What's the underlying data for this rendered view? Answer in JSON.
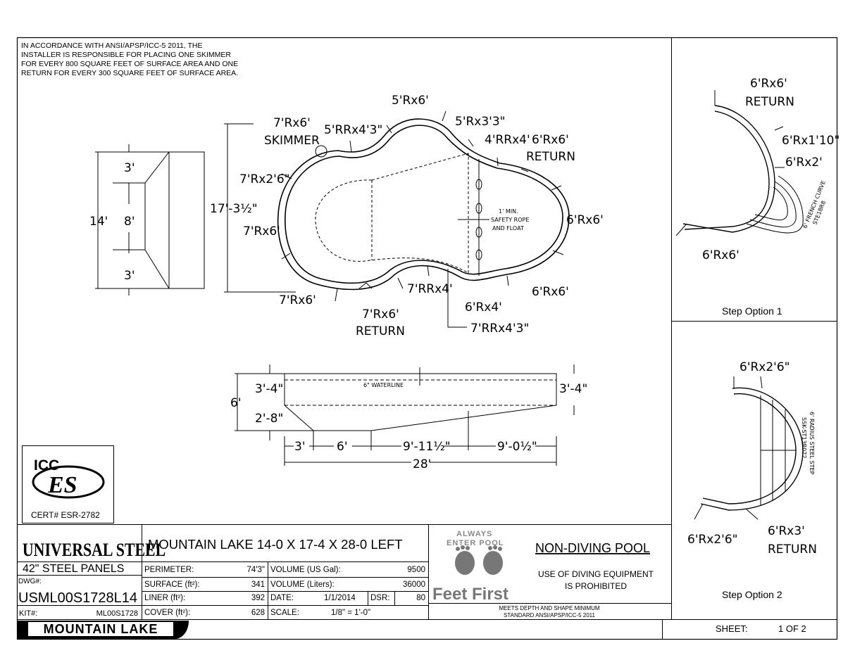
{
  "note": [
    "IN ACCORDANCE WITH ANSI/APSP/ICC-5 2011, THE",
    "INSTALLER IS RESPONSIBLE FOR PLACING ONE SKIMMER",
    "FOR EVERY 800 SQUARE FEET OF SURFACE AREA AND ONE",
    "RETURN FOR EVERY 300 SQUARE FEET OF SURFACE AREA."
  ],
  "end_view": {
    "width": "14'",
    "top": "3'",
    "middle": "8'",
    "bottom": "3'"
  },
  "plan": {
    "overall_width": "17'-3½\"",
    "labels": {
      "skimmer_radius": "7'Rx6'",
      "skimmer": "SKIMMER",
      "r_5rr": "5'RRx4'3\"",
      "r_5top": "5'Rx6'",
      "r_5x3": "5'Rx3'3\"",
      "r_4rr": "4'RRx4'",
      "return_top_r": "6'Rx6'",
      "return_top": "RETURN",
      "r_7x26": "7'Rx2'6\"",
      "r_7left": "7'Rx6'",
      "r_6right": "6'Rx6'",
      "r_7bl": "7'Rx6'",
      "return_bot_r": "7'Rx6'",
      "return_bot": "RETURN",
      "r_7rr4": "7'RRx4'",
      "r_6x4": "6'Rx4'",
      "r_7rr43": "7'RRx4'3\"",
      "r_6br": "6'Rx6'"
    },
    "safety": [
      "1' MIN.",
      "SAFETY ROPE",
      "AND FLOAT"
    ]
  },
  "section": {
    "depth_total": "6'",
    "shallow": "3'-4\"",
    "slope": "2'-8\"",
    "deep_right": "3'-4\"",
    "waterline": "6\" WATERLINE",
    "segments": [
      "3'",
      "6'",
      "9'-11½\"",
      "9'-0½\""
    ],
    "overall_length": "28'"
  },
  "step1": {
    "return_r": "6'Rx6'",
    "return": "RETURN",
    "r_a": "6'Rx1'10\"",
    "r_b": "6'Rx2'",
    "r_c": "6'Rx6'",
    "step_note": [
      "6' FRENCH CURVE",
      "STE18R8"
    ],
    "caption": "Step Option 1"
  },
  "step2": {
    "r_top": "6'Rx2'6\"",
    "r_bot": "6'Rx2'6\"",
    "return_r": "6'Rx3'",
    "return": "RETURN",
    "step_note": [
      "6' RADIUS STEEL STEP",
      "SSK-ST13R072"
    ],
    "caption": "Step Option 2"
  },
  "cert": {
    "logo_a": "ICC",
    "logo_b": "ES",
    "number": "CERT# ESR-2782"
  },
  "title_block": {
    "brand": "UNIVERSAL STEEL",
    "pool_name": "MOUNTAIN LAKE 14-0 X 17-4 X 28-0 LEFT",
    "panels": "42\"  STEEL PANELS",
    "dwg_label": "DWG#:",
    "dwg": "USML00S1728L14",
    "kit_label": "KIT#:",
    "kit": "ML00S1728",
    "perimeter_label": "PERIMETER:",
    "perimeter": "74'3\"",
    "surface_label": "SURFACE (ft²):",
    "surface": "341",
    "liner_label": "LINER (ft²):",
    "liner": "392",
    "cover_label": "COVER (ft²):",
    "cover": "628",
    "vol_gal_label": "VOLUME (US Gal):",
    "vol_gal": "9500",
    "vol_l_label": "VOLUME (Liters):",
    "vol_l": "36000",
    "date_label": "DATE:",
    "date": "1/1/2014",
    "dsr_label": "DSR:",
    "dsr": "80",
    "scale_label": "SCALE:",
    "scale": "1/8\" = 1'-0\"",
    "always": "ALWAYS",
    "enter_pool": "ENTER POOL",
    "feet_first": "Feet First",
    "non_diving": "NON-DIVING POOL",
    "diving_warn": [
      "USE OF DIVING EQUIPMENT",
      "IS PROHIBITED"
    ],
    "meets": [
      "MEETS DEPTH AND SHAPE MINIMUM",
      "STANDARD ANSI/APSP/ICC-5 2011"
    ],
    "logo": "MOUNTAIN LAKE",
    "sheet_label": "SHEET:",
    "sheet": "1 OF 2"
  }
}
